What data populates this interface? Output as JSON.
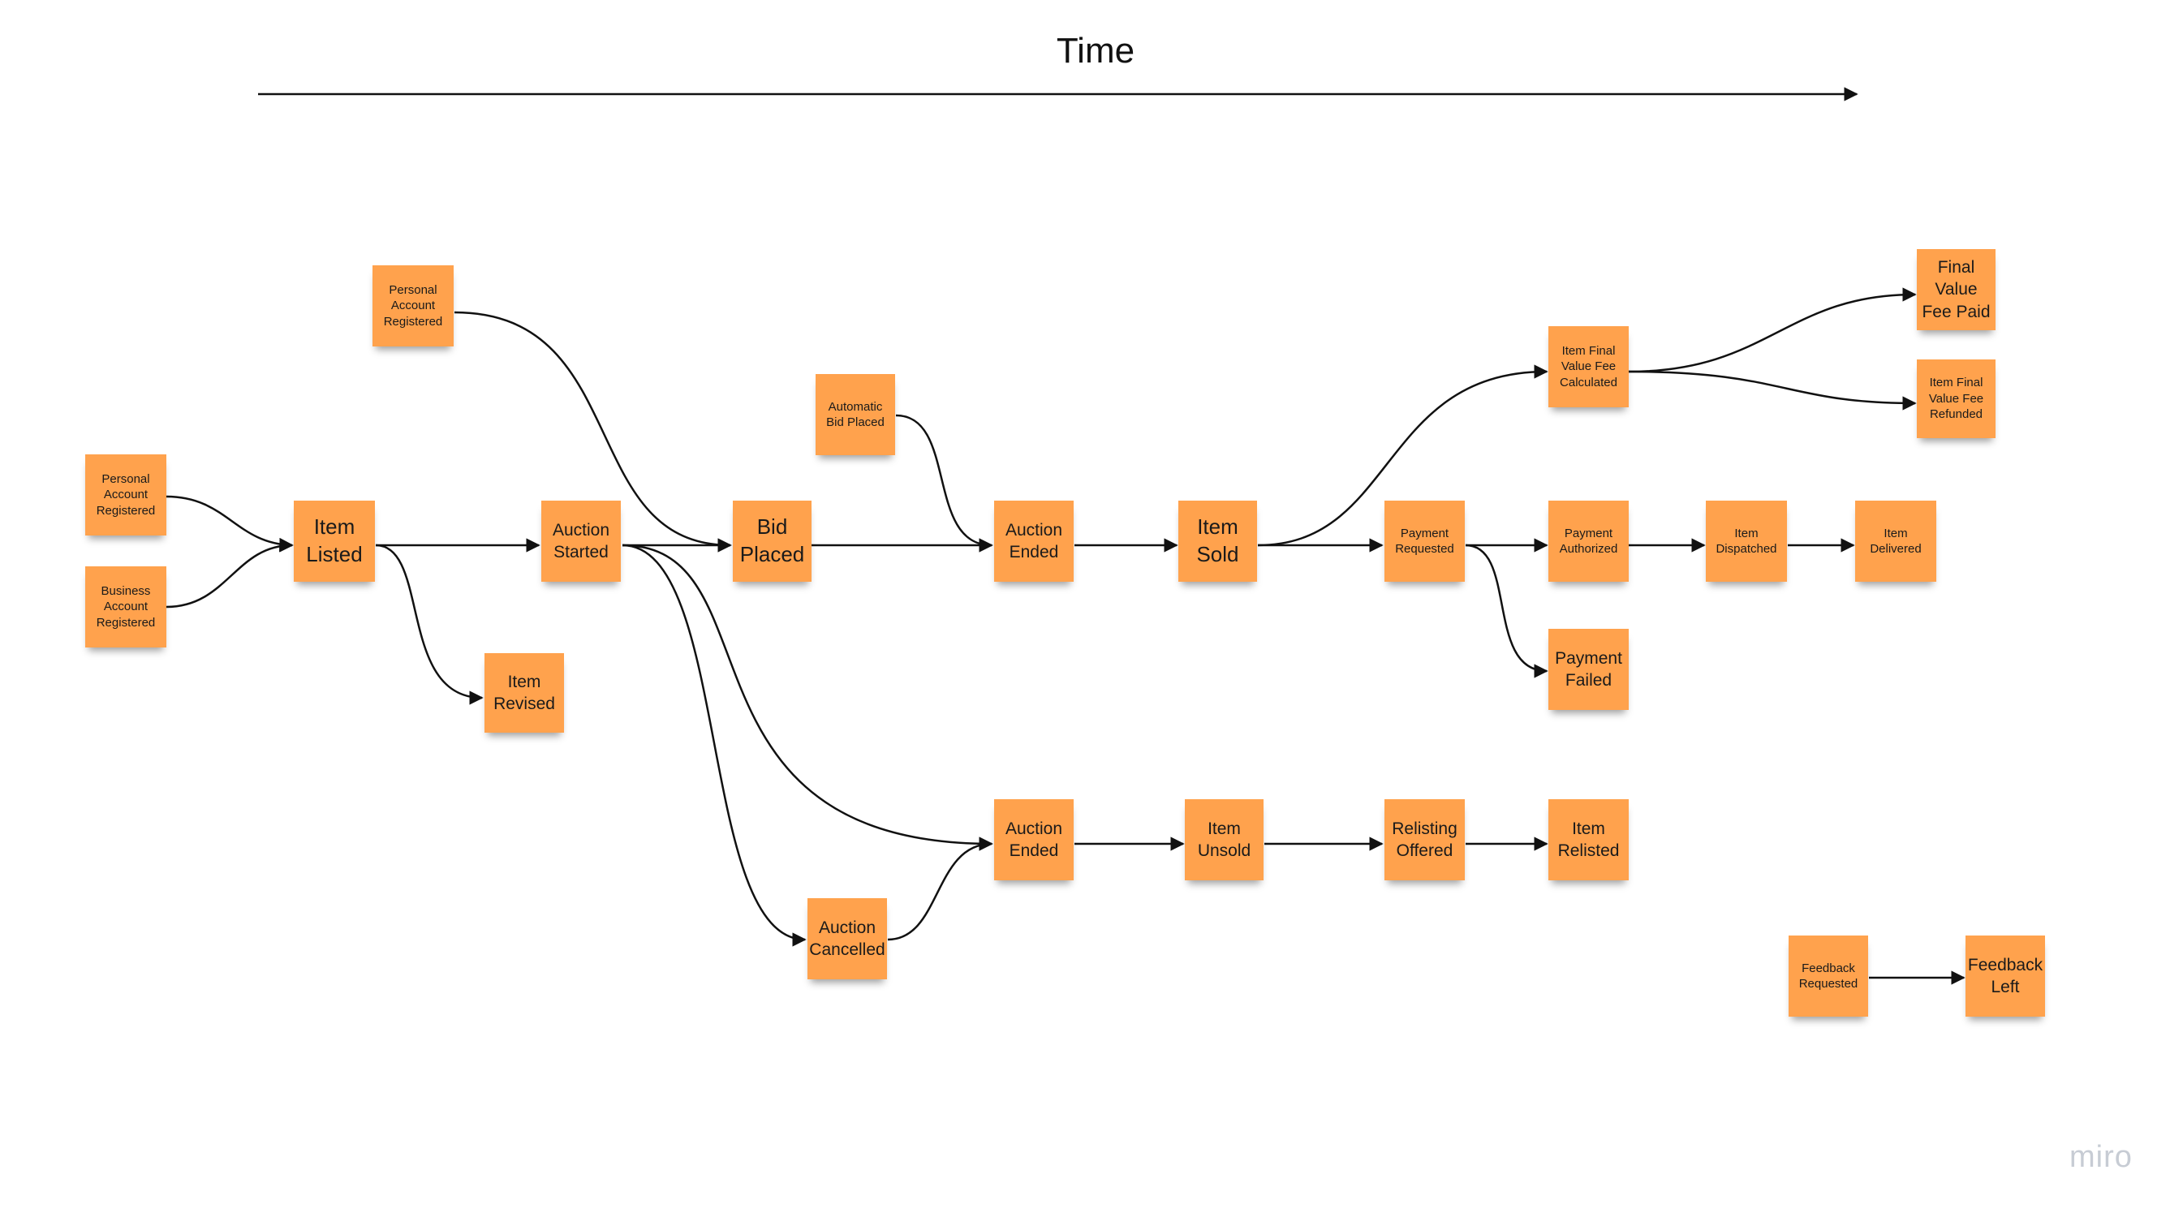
{
  "header": {
    "time_label": "Time"
  },
  "brand": {
    "logo_text": "miro"
  },
  "colors": {
    "sticky": "#ffa24d",
    "connector": "#111111",
    "brand": "#c7ccd4"
  },
  "stickies": {
    "personal_account_registered_a": "Personal\nAccount\nRegistered",
    "business_account_registered": "Business\nAccount\nRegistered",
    "item_listed": "Item\nListed",
    "item_revised": "Item\nRevised",
    "personal_account_registered_b": "Personal\nAccount\nRegistered",
    "auction_started": "Auction\nStarted",
    "bid_placed": "Bid\nPlaced",
    "automatic_bid_placed": "Automatic\nBid Placed",
    "auction_ended_sold": "Auction\nEnded",
    "item_sold": "Item\nSold",
    "item_final_value_fee_calculated": "Item Final\nValue Fee\nCalculated",
    "final_value_fee_paid": "Final\nValue\nFee Paid",
    "item_final_value_fee_refunded": "Item Final\nValue Fee\nRefunded",
    "payment_requested": "Payment\nRequested",
    "payment_authorized": "Payment\nAuthorized",
    "item_dispatched": "Item\nDispatched",
    "item_delivered": "Item\nDelivered",
    "payment_failed": "Payment\nFailed",
    "auction_cancelled": "Auction\nCancelled",
    "auction_ended_unsold": "Auction\nEnded",
    "item_unsold": "Item\nUnsold",
    "relisting_offered": "Relisting\nOffered",
    "item_relisted": "Item\nRelisted",
    "feedback_requested": "Feedback\nRequested",
    "feedback_left": "Feedback\nLeft"
  }
}
